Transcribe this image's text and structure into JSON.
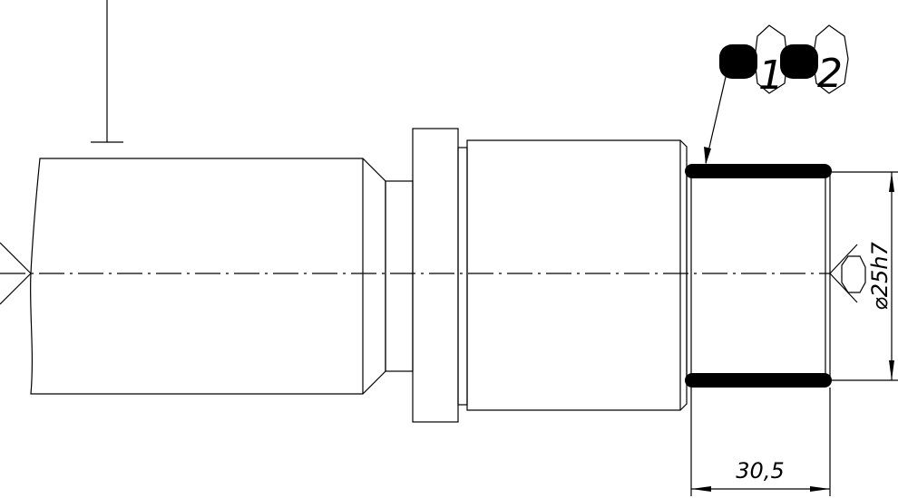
{
  "balloons": [
    {
      "label": "1"
    },
    {
      "label": "2"
    }
  ],
  "dimensions": {
    "diameter": "⌀25h7",
    "length": "30,5"
  },
  "colors": {
    "line": "#000000",
    "background": "#ffffff"
  }
}
